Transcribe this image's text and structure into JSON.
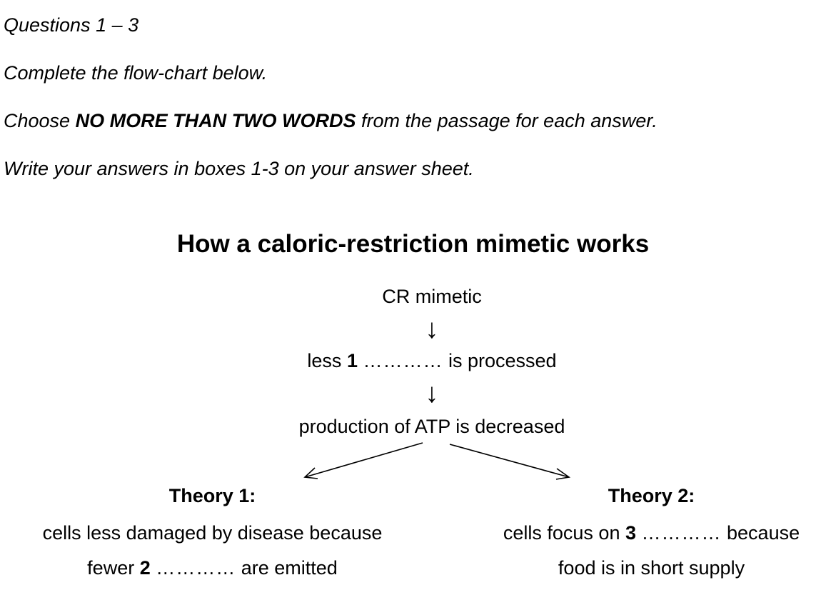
{
  "instructions": {
    "questions": "Questions 1 – 3",
    "complete": "Complete the flow-chart below.",
    "choose_prefix": "Choose ",
    "choose_bold": "NO MORE THAN TWO WORDS",
    "choose_suffix": " from the passage for each answer.",
    "write": "Write your answers in boxes 1-3 on your answer sheet."
  },
  "flowchart": {
    "title": "How a caloric-restriction mimetic works",
    "step1": "CR mimetic",
    "arrow": "↓",
    "step2_prefix": "less ",
    "step2_num": "1",
    "step2_dots": "…………",
    "step2_suffix": " is processed",
    "step3": "production of ATP is decreased",
    "theory1": {
      "heading": "Theory 1:",
      "line1": "cells less damaged by disease because",
      "line2_prefix": "fewer ",
      "line2_num": "2",
      "line2_dots": "…………",
      "line2_suffix": " are emitted"
    },
    "theory2": {
      "heading": "Theory 2:",
      "line1_prefix": "cells focus on ",
      "line1_num": "3",
      "line1_dots": "…………",
      "line1_suffix": " because",
      "line2": "food is in short supply"
    }
  }
}
